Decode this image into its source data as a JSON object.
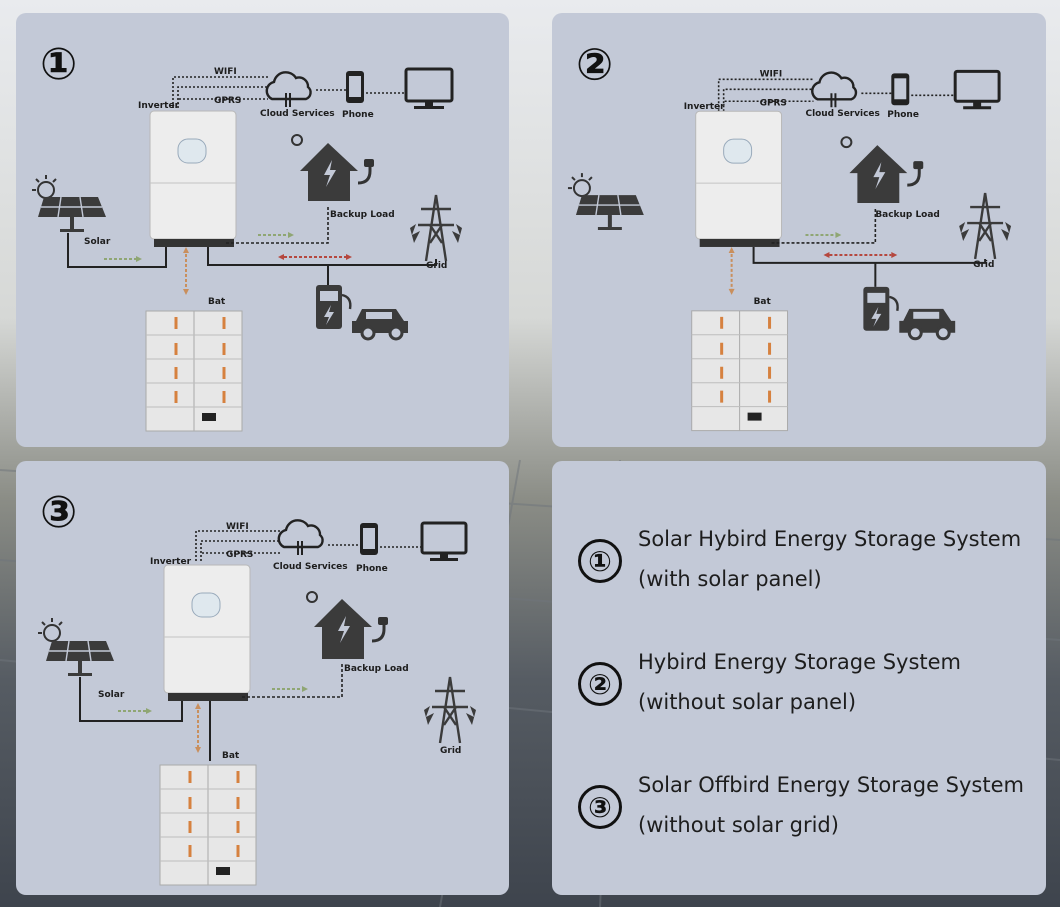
{
  "diagrams": [
    {
      "number": "①",
      "labels": {
        "wifi": "WIFI",
        "gprs": "GPRS",
        "inverter": "Inverter",
        "cloud": "Cloud Services",
        "phone": "Phone",
        "backup_load": "Backup Load",
        "solar": "Solar",
        "grid": "Grid",
        "bat": "Bat"
      },
      "components": [
        "solar-panel",
        "inverter",
        "cloud",
        "phone",
        "monitor",
        "house",
        "grid-tower",
        "ev-charger",
        "car",
        "battery"
      ]
    },
    {
      "number": "②",
      "labels": {
        "wifi": "WIFI",
        "gprs": "GPRS",
        "inverter": "Inverter",
        "cloud": "Cloud Services",
        "phone": "Phone",
        "backup_load": "Backup Load",
        "grid": "Grid",
        "bat": "Bat"
      },
      "components": [
        "solar-panel",
        "inverter",
        "cloud",
        "phone",
        "monitor",
        "house",
        "grid-tower",
        "ev-charger",
        "car",
        "battery"
      ]
    },
    {
      "number": "③",
      "labels": {
        "wifi": "WIFI",
        "gprs": "GPRS",
        "inverter": "Inverter",
        "cloud": "Cloud Services",
        "phone": "Phone",
        "backup_load": "Backup Load",
        "solar": "Solar",
        "grid": "Grid",
        "bat": "Bat"
      },
      "components": [
        "solar-panel",
        "inverter",
        "cloud",
        "phone",
        "monitor",
        "house",
        "grid-tower",
        "battery"
      ]
    }
  ],
  "legend": [
    {
      "badge": "①",
      "line1": "Solar Hybird Energy Storage System",
      "line2": "(with solar panel)"
    },
    {
      "badge": "②",
      "line1": "Hybird Energy Storage System",
      "line2": "(without solar panel)"
    },
    {
      "badge": "③",
      "line1": "Solar Offbird Energy Storage System",
      "line2": "(without solar grid)"
    }
  ],
  "colors": {
    "panel": "#c3c9d7",
    "icon": "#3b3b3b",
    "dc_arrow": "#8fa673",
    "ac_arrow": "#b5473e",
    "bat_arrow": "#c98f5d"
  }
}
